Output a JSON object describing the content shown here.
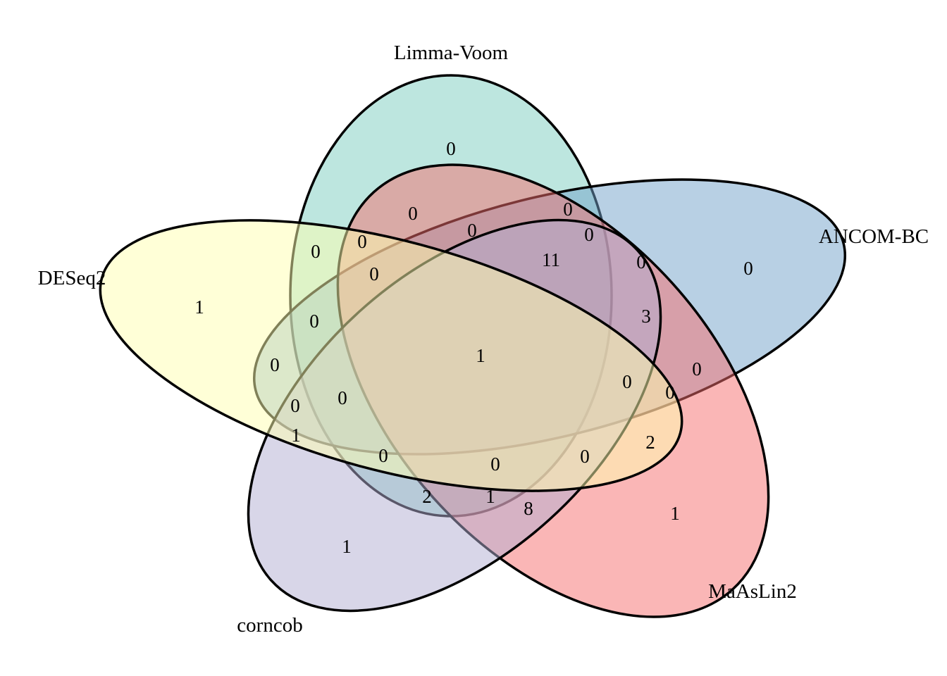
{
  "sets": [
    {
      "key": "limma",
      "label": "Limma-Voom",
      "color": "#7ccdbf"
    },
    {
      "key": "ancom",
      "label": "ANCOM-BC",
      "color": "#71a2c9"
    },
    {
      "key": "maaslin",
      "label": "MaAsLin2",
      "color": "#f56e6e"
    },
    {
      "key": "corncob",
      "label": "corncob",
      "color": "#b1aed1"
    },
    {
      "key": "deseq",
      "label": "DESeq2",
      "color": "#ffffb0"
    }
  ],
  "counts": {
    "only_limma": "0",
    "only_ancom": "0",
    "only_maaslin": "1",
    "only_corncob": "1",
    "only_deseq": "1",
    "c_586_303": "0",
    "c_806_297": "0",
    "c_670_327": "0",
    "c_836_333": "0",
    "c_514_343": "0",
    "c_448_357": "0",
    "c_782_369": "11",
    "c_910_372": "0",
    "c_531_389": "0",
    "c_917_449": "3",
    "c_446_456": "0",
    "c_682_505": "1",
    "c_390_518": "0",
    "c_989_524": "0",
    "c_890_542": "0",
    "c_951_557": "0",
    "c_486_565": "0",
    "c_419_576": "0",
    "c_420_618": "1",
    "c_923_628": "2",
    "c_544_647": "0",
    "c_830_648": "0",
    "c_703_659": "0",
    "c_606_705": "2",
    "c_696_705": "1",
    "c_750_722": "8"
  }
}
